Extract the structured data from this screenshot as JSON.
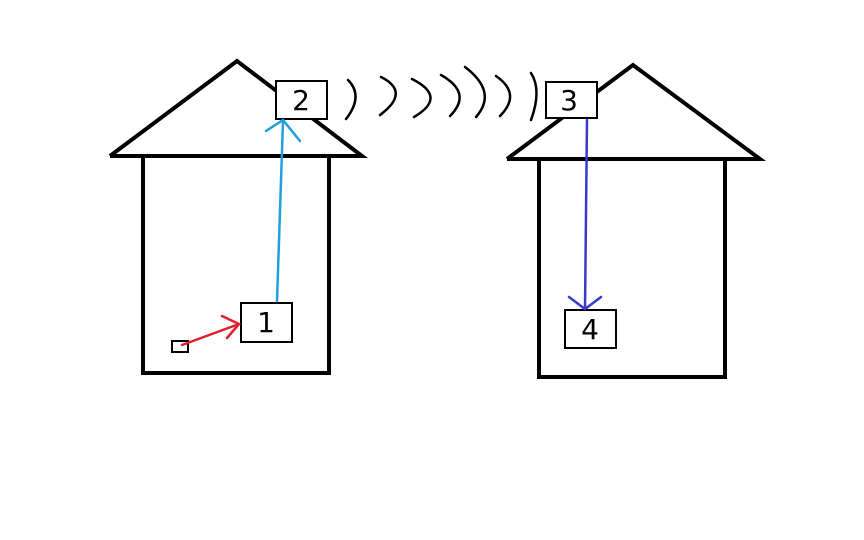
{
  "diagram": {
    "boxes": [
      {
        "id": "1",
        "label": "1"
      },
      {
        "id": "2",
        "label": "2"
      },
      {
        "id": "3",
        "label": "3"
      },
      {
        "id": "4",
        "label": "4"
      }
    ],
    "colors": {
      "ink": "#000000",
      "source_arrow": "#e0202a",
      "uplink_arrow": "#1fa0dc",
      "downlink_arrow": "#3a3ac8",
      "background": "#ffffff"
    }
  }
}
